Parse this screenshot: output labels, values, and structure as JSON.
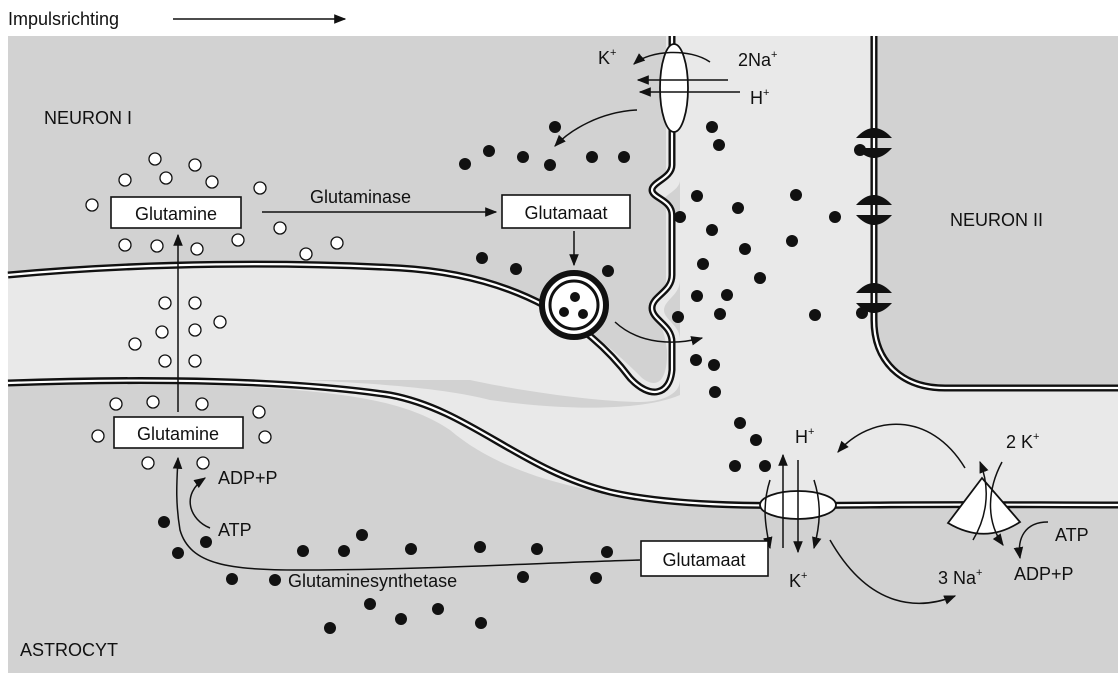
{
  "header": {
    "impulse_label": "Impulsrichting"
  },
  "regions": {
    "neuron1": "NEURON I",
    "neuron2": "NEURON II",
    "astrocyte": "ASTROCYT"
  },
  "boxes": {
    "glutamine_neuron": "Glutamine",
    "glutamate_neuron": "Glutamaat",
    "glutamine_astrocyte": "Glutamine",
    "glutamate_astrocyte": "Glutamaat"
  },
  "enzymes": {
    "glutaminase": "Glutaminase",
    "glutamine_synthetase": "Glutaminesynthetase"
  },
  "neuron_exchanger": {
    "k_ion": "K",
    "k_charge": "+",
    "na_ion": "2Na",
    "na_charge": "+",
    "h_ion": "H",
    "h_charge": "+"
  },
  "astro_transporter": {
    "h_ion": "H",
    "h_charge": "+",
    "k_ion": "K",
    "k_charge": "+"
  },
  "pump": {
    "k_label": "2 K",
    "k_charge": "+",
    "na_label": "3 Na",
    "na_charge": "+",
    "atp": "ATP",
    "adp": "ADP+P"
  },
  "synthetase_energy": {
    "atp": "ATP",
    "adp": "ADP+P"
  },
  "legend_colors": {
    "background": "#d2d2d2",
    "cleft": "#e9e9e9",
    "membrane": "#111111"
  }
}
